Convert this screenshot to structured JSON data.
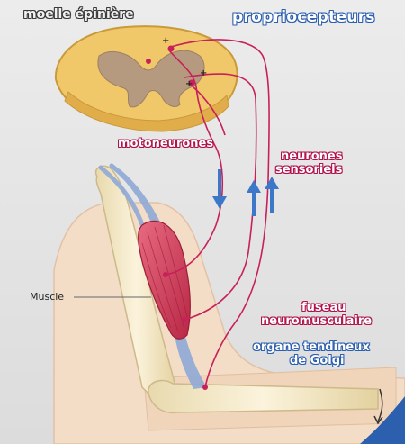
{
  "labels": {
    "moelle": "moelle épinière",
    "proprio": "propriocepteurs",
    "moto": "motoneurones",
    "neurones_line1": "neurones",
    "neurones_line2": "sensoriels",
    "muscle": "Muscle",
    "fuseau_line1": "fuseau",
    "fuseau_line2": "neuromusculaire",
    "organe_line1": "organe tendineux",
    "organe_line2": "de Golgi"
  },
  "colors": {
    "nerve": "#c8205a",
    "arrow": "#3d78c8",
    "spinal_white": "#f0c86a",
    "spinal_grey": "#b59a80",
    "bone": "#f2e6c4",
    "skin": "#f3ddc6",
    "muscle": "#d8405e",
    "tendon": "#8fa9d6"
  }
}
